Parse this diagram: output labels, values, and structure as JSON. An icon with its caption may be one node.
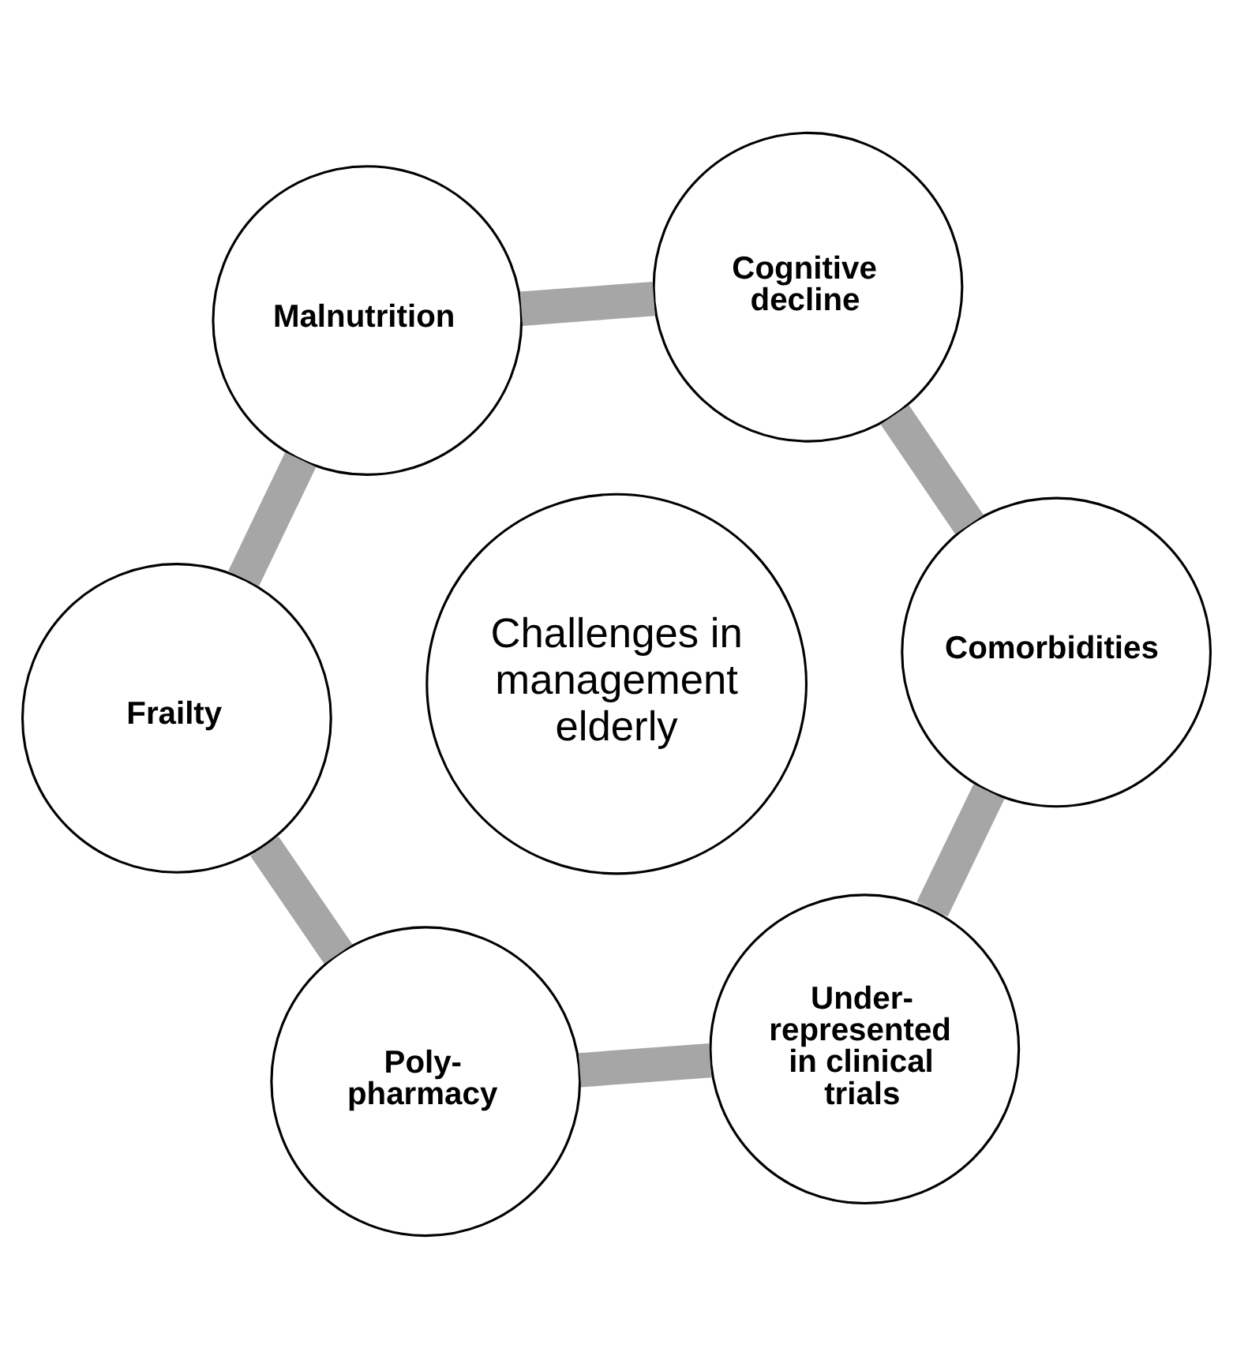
{
  "diagram": {
    "nodes": [
      {
        "text": [
          "Frailty"
        ]
      },
      {
        "text": [
          "Poly- pharmacy"
        ]
      },
      {
        "text": [
          "Under- represented in clinical trials"
        ]
      },
      {
        "text": [
          "Comorbidities"
        ]
      },
      {
        "text": [
          "Cognitive decline"
        ]
      },
      {
        "text": [
          "Malnutrition"
        ]
      },
      {
        "text": [
          "Challenges in management elderly"
        ]
      }
    ],
    "edges": [
      {
        "from": 0,
        "to": 1,
        "arrow": "none"
      },
      {
        "from": 1,
        "to": 2,
        "arrow": "none"
      },
      {
        "from": 2,
        "to": 3,
        "arrow": "none"
      },
      {
        "from": 3,
        "to": 4,
        "arrow": "none"
      },
      {
        "from": 4,
        "to": 5,
        "arrow": "none"
      },
      {
        "from": 5,
        "to": 0,
        "arrow": "none"
      }
    ]
  }
}
